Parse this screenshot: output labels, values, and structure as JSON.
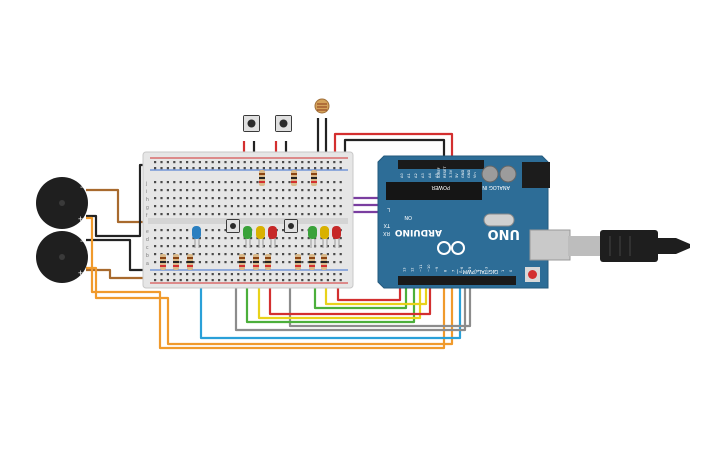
{
  "board": {
    "brand": "ARDUINO",
    "model": "UNO",
    "digital_label": "DIGITAL (PWM~)",
    "analog_label": "ANALOG IN",
    "power_label": "POWER",
    "on_label": "ON",
    "tx_label": "TX",
    "rx_label": "RX",
    "l_label": "L",
    "digital_pins": [
      "0",
      "1",
      "2",
      "~3",
      "4",
      "~5",
      "~6",
      "7",
      "8",
      "~9",
      "~10",
      "~11",
      "12",
      "13"
    ],
    "analog_pins": [
      "A0",
      "A1",
      "A2",
      "A3",
      "A4",
      "A5"
    ],
    "power_pins": [
      "IOREF",
      "RESET",
      "3.3V",
      "5V",
      "GND",
      "GND",
      "Vin"
    ]
  },
  "buzzers": [
    {
      "minus": "−",
      "plus": "+"
    },
    {
      "minus": "−",
      "plus": "+"
    }
  ],
  "breadboard": {
    "rows_top": [
      "j",
      "i",
      "h",
      "g",
      "f"
    ],
    "rows_bottom": [
      "e",
      "d",
      "c",
      "b",
      "a"
    ]
  },
  "colors": {
    "board": "#2d6d97",
    "breadboard": "#e6e6e6",
    "wire_red": "#d32f2f",
    "wire_black": "#222222",
    "wire_orange": "#f09a2c",
    "wire_yellow": "#e8d21a",
    "wire_green": "#4caf3b",
    "wire_blue": "#2aa0d8",
    "wire_purple": "#7a3ea0",
    "wire_gray": "#8c8c8c",
    "wire_brown": "#a86a2e",
    "led_green": "#3aa23a",
    "led_yellow": "#d9b100",
    "led_red": "#c62828",
    "led_blue": "#2a7fc0"
  },
  "icons": [
    "usb-cable-icon",
    "buzzer-icon",
    "pushbutton-icon",
    "photoresistor-icon",
    "led-icon",
    "resistor-icon"
  ]
}
